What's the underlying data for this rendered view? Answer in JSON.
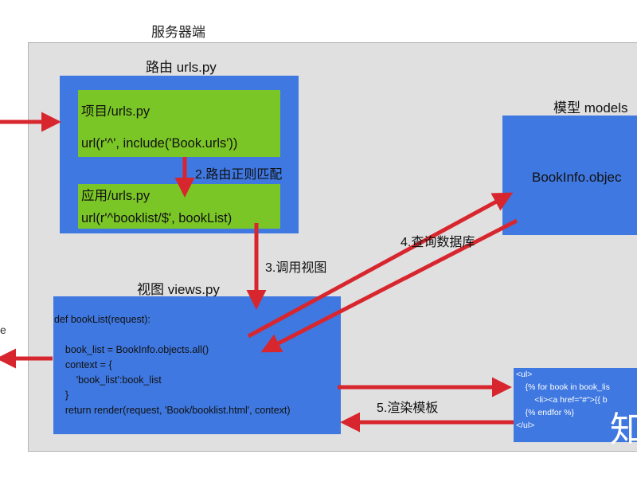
{
  "server_label": "服务器端",
  "router": {
    "title": "路由 urls.py",
    "project_lines": [
      "项目/urls.py",
      "url(r'^', include('Book.urls'))"
    ],
    "app_lines": [
      "应用/urls.py",
      "url(r'^booklist/$', bookList)"
    ]
  },
  "models": {
    "title": "模型 models",
    "content": "BookInfo.objec"
  },
  "views": {
    "title": "视图 views.py",
    "code_lines": [
      "def bookList(request):",
      "",
      "    book_list = BookInfo.objects.all()",
      "    context = {",
      "        'book_list':book_list",
      "    }",
      "    return render(request, 'Book/booklist.html', context)"
    ]
  },
  "template": {
    "code_lines": [
      "<ul>",
      "    {% for book in book_lis",
      "        <li><a href=\"#\">{{ b",
      "    {% endfor %}",
      "</ul>"
    ]
  },
  "steps": {
    "step2": "2.路由正则匹配",
    "step3": "3.调用视图",
    "step4": "4.查询数据库",
    "step5": "5.渲染模板"
  },
  "watermark": "知",
  "edge_fragment": "e",
  "colors": {
    "arrow": "#d8262e",
    "blue": "#3f78e0",
    "green": "#7bc627",
    "server_bg": "#e0e0e0"
  }
}
